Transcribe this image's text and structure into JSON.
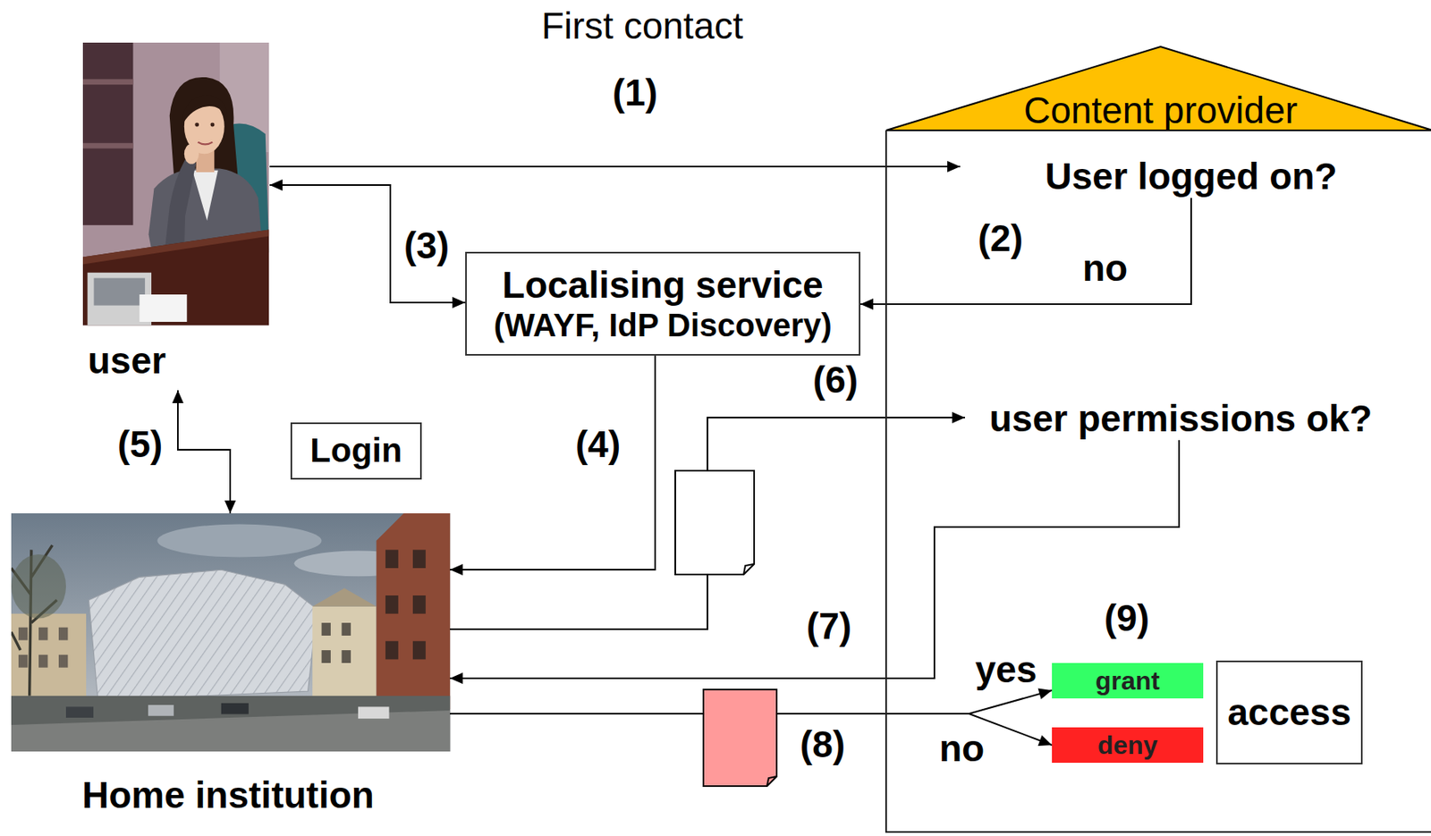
{
  "diagram": {
    "nodes": [
      {
        "text": [
          "user"
        ]
      },
      {
        "text": [
          "Content provider"
        ]
      },
      {
        "text": [
          "User logged on?"
        ],
        "in": 1
      },
      {
        "text": [
          "Localising service",
          "(WAYF, IdP Discovery)"
        ]
      },
      {
        "text": [
          "user permissions ok?"
        ],
        "in": 1
      },
      {
        "text": [
          "Login"
        ]
      },
      {
        "text": [
          "Home institution"
        ]
      },
      {
        "text": [
          "grant"
        ],
        "in": 1
      },
      {
        "text": [
          "deny"
        ],
        "in": 1
      },
      {
        "text": [
          "access"
        ],
        "in": 1
      }
    ],
    "edges": [
      {
        "from": 0,
        "to": 2,
        "arrow": "to"
      },
      {
        "from": 2,
        "to": 3,
        "arrow": "to"
      },
      {
        "from": 0,
        "to": 3,
        "arrow": "both"
      },
      {
        "from": 3,
        "to": 6,
        "arrow": "to"
      },
      {
        "from": 0,
        "to": 6,
        "arrow": "both"
      },
      {
        "from": 6,
        "to": 4,
        "arrow": "to"
      },
      {
        "from": 4,
        "to": 6,
        "arrow": "to"
      },
      {
        "from": 6,
        "to": 7,
        "arrow": "to"
      },
      {
        "from": 6,
        "to": 8,
        "arrow": "to"
      }
    ],
    "labels": [
      "First contact",
      "(1)",
      "(2)",
      "no",
      "(3)",
      "(6)",
      "(4)",
      "(5)",
      "(7)",
      "(9)",
      "yes",
      "(8)",
      "no"
    ]
  }
}
